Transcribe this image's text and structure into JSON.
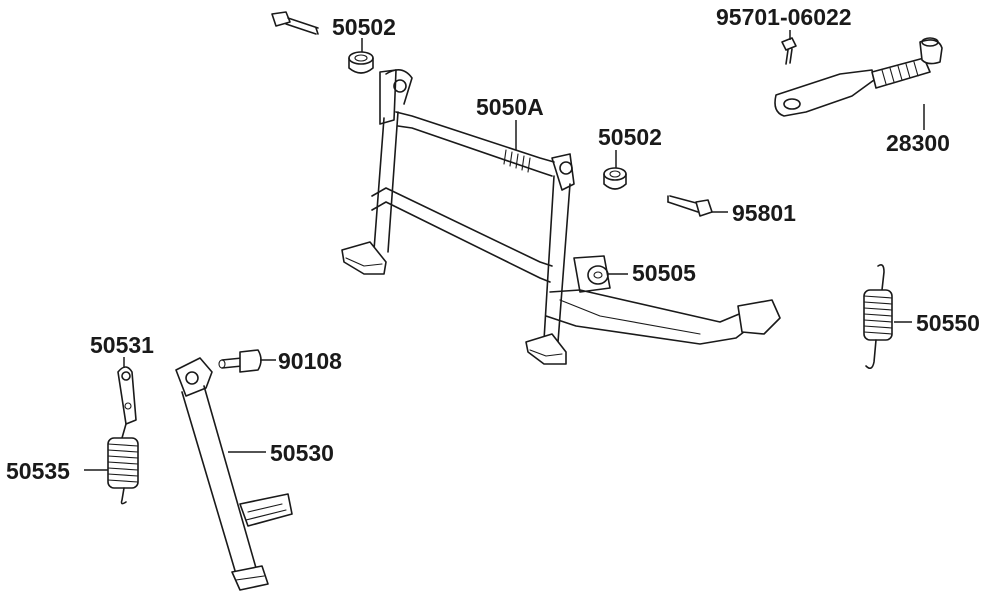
{
  "labels": {
    "l_50502_top": "50502",
    "l_95701": "95701-06022",
    "l_5050A": "5050A",
    "l_50502_mid": "50502",
    "l_28300": "28300",
    "l_95801": "95801",
    "l_50505": "50505",
    "l_50550": "50550",
    "l_50531": "50531",
    "l_90108": "90108",
    "l_50530": "50530",
    "l_50535": "50535"
  }
}
